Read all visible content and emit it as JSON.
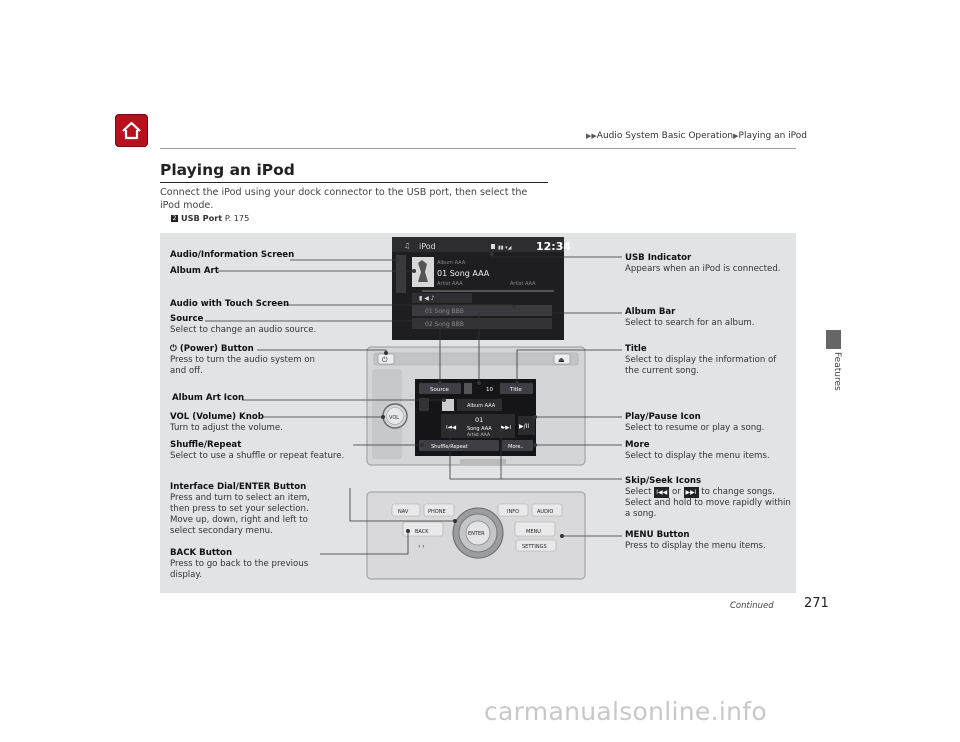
{
  "header": {
    "breadcrumb": [
      "Audio System Basic Operation",
      "Playing an iPod"
    ],
    "page_number": "271",
    "continued": "Continued"
  },
  "sidebar": {
    "section": "Features"
  },
  "main": {
    "title": "Playing an iPod",
    "intro": "Connect the iPod using your dock connector to the USB port, then select the iPod mode.",
    "xref_label": "USB Port",
    "xref_page": "P. 175"
  },
  "screen": {
    "mode": "iPod",
    "clock": "12:34",
    "tracks": [
      "Album AAA",
      "01 Song AAA",
      "Artist AAA",
      "Artist AAA",
      "01 Song BBB",
      "02 Song BBB"
    ]
  },
  "panel_ui": {
    "source": "Source",
    "track_no": "10",
    "title_btn": "Title",
    "album": "Album AAA",
    "song_no": "01",
    "song": "Song AAA",
    "artist": "Artist AAA",
    "play_pause": "▶/II",
    "shuffle": "Shuffle/Repeat",
    "more": "More..",
    "vol": "VOL"
  },
  "dial": {
    "nav": "NAV",
    "phone": "PHONE",
    "info": "INFO",
    "audio": "AUDIO",
    "back": "BACK",
    "menu": "MENU",
    "enter": "ENTER",
    "settings": "SETTINGS"
  },
  "callouts": {
    "audio_info_screen": "Audio/Information Screen",
    "album_art": "Album Art",
    "audio_touch": "Audio with Touch Screen",
    "source_t": "Source",
    "source_d": "Select to change an audio source.",
    "power_t": "(Power) Button",
    "power_d": "Press to turn the audio system on and off.",
    "album_art_icon": "Album Art Icon",
    "vol_t": "VOL (Volume) Knob",
    "vol_d": "Turn to adjust the volume.",
    "shuffle_t": "Shuffle/Repeat",
    "shuffle_d": "Select to use a shuffle or repeat feature.",
    "dial_t": "Interface Dial/ENTER Button",
    "dial_d1": "Press and turn to select an item, then press to set your selection.",
    "dial_d2": "Move up, down, right and left to select secondary menu.",
    "back_t": "BACK Button",
    "back_d": "Press to go back to the previous display.",
    "usb_t": "USB Indicator",
    "usb_d": "Appears when an iPod is connected.",
    "albumbar_t": "Album Bar",
    "albumbar_d": "Select to search for an album.",
    "title_t": "Title",
    "title_d": "Select to display the information of the current song.",
    "playpause_t": "Play/Pause Icon",
    "playpause_d": "Select to resume or play a song.",
    "more_t": "More",
    "more_d": "Select to display the menu items.",
    "skip_t": "Skip/Seek Icons",
    "skip_d1a": "Select",
    "skip_d1b": "or",
    "skip_d1c": "to change songs.",
    "skip_d2": "Select and hold to move rapidly within a song.",
    "menu_t": "MENU Button",
    "menu_d": "Press to display the menu items."
  },
  "footer": {
    "watermark": "carmanualsonline.info"
  },
  "colors": {
    "home": "#b8111e",
    "panel": "#e2e3e5",
    "side_tab": "#666666"
  }
}
